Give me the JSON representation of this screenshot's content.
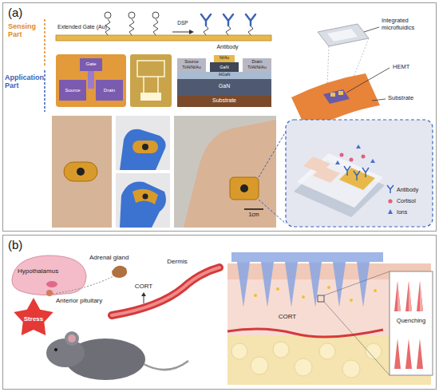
{
  "diagram": {
    "nodes": [
      {
        "text": [
          "(a)"
        ]
      },
      {
        "text": [
          "(b)"
        ]
      }
    ],
    "labels": [
      "Sensing Part",
      "Application Part",
      "Extended Gate (Au)",
      "DSP",
      "Antibody",
      "Gate",
      "Source",
      "Drain",
      "Ni/Au",
      "GaN",
      "AlGaN",
      "Source",
      "Ti/Al/Ni/Au",
      "Drain",
      "Ti/Al/Ni/Au",
      "GaN",
      "Substrate",
      "Integrated microfluidics",
      "HEMT",
      "Substrate",
      "1cm",
      "Hypothalamus",
      "Adrenal gland",
      "Anterior pituitary",
      "Stress",
      "CORT",
      "Dermis",
      "CORT",
      "Quenching"
    ],
    "legend": [
      {
        "text": "Antibody"
      },
      {
        "text": "Cortisol"
      },
      {
        "text": "Ions"
      }
    ]
  }
}
